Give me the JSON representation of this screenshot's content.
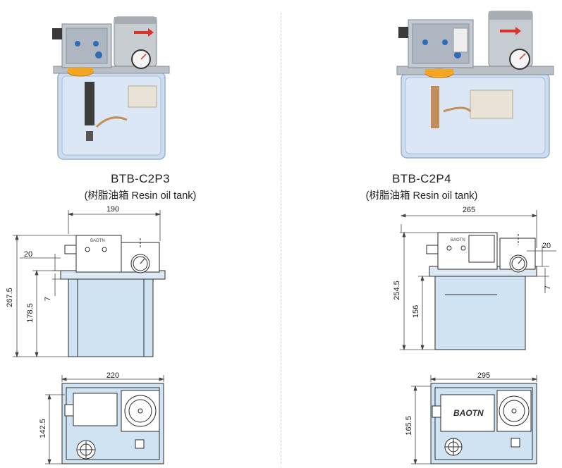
{
  "products": [
    {
      "model": "BTB-C2P3",
      "subtitle": "(树脂油箱 Resin oil tank)",
      "brand": "BAOTN",
      "dimensions": {
        "top_width": "190",
        "flange_offset": "20",
        "total_height": "267.5",
        "tank_height": "178.5",
        "step": "7",
        "plan_width": "220",
        "plan_depth": "142.5"
      }
    },
    {
      "model": "BTB-C2P4",
      "subtitle": "(树脂油箱 Resin oil tank)",
      "brand": "BAOTN",
      "dimensions": {
        "top_width": "265",
        "flange_offset": "20",
        "total_height": "254.5",
        "tank_height": "156",
        "step": "7",
        "plan_width": "295",
        "plan_depth": "165.5"
      }
    }
  ],
  "colors": {
    "tank_fill": "#cfe3f3",
    "tank_stroke": "#2b2b2b",
    "photo_tank": "#c9d9ee",
    "photo_box": "#c3cad2",
    "cap": "#f4a623",
    "accent_red": "#d9342b"
  }
}
